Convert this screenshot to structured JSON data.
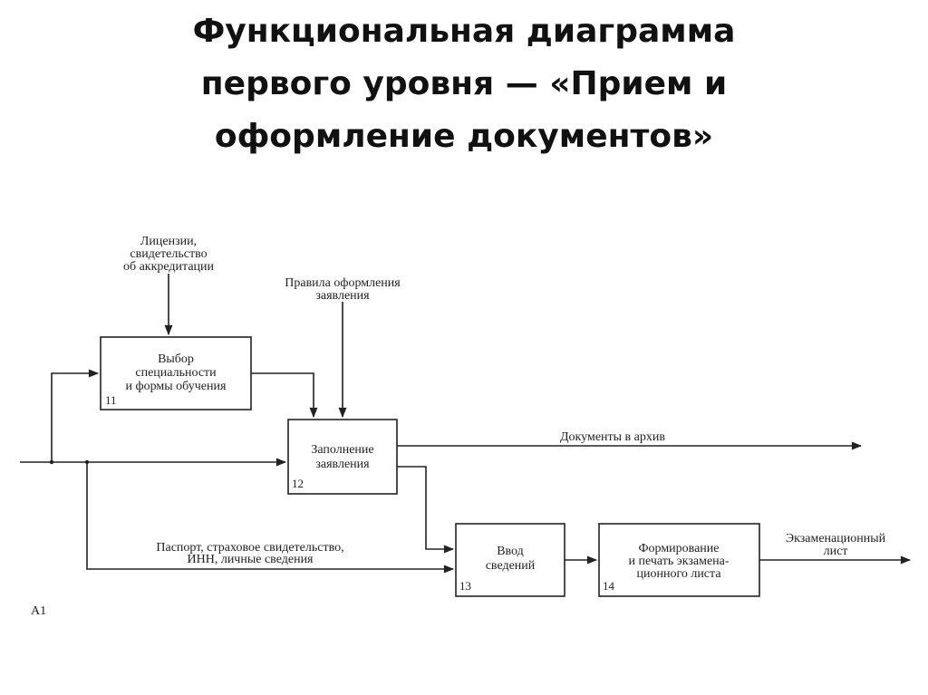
{
  "title": {
    "lines": [
      "Функциональная диаграмма",
      "первого уровня — «Прием и",
      "оформление документов»"
    ]
  },
  "diagram": {
    "node_id": "A1",
    "blocks": [
      {
        "number": "11",
        "lines": [
          "Выбор",
          "специальности",
          "и формы обучения"
        ]
      },
      {
        "number": "12",
        "lines": [
          "Заполнение",
          "заявления"
        ]
      },
      {
        "number": "13",
        "lines": [
          "Ввод",
          "сведений"
        ]
      },
      {
        "number": "14",
        "lines": [
          "Формирование",
          "и печать экзамена-",
          "ционного листа"
        ]
      }
    ],
    "arrows": {
      "controls_1": [
        "Лицензии,",
        "свидетельство",
        "об аккредитации"
      ],
      "controls_2": [
        "Правила оформления",
        "заявления"
      ],
      "output_archive": "Документы в архив",
      "input_data": [
        "Паспорт, страховое свидетельство,",
        "ИНН, личные сведения"
      ],
      "output_final": [
        "Экзаменационный",
        "лист"
      ]
    }
  }
}
